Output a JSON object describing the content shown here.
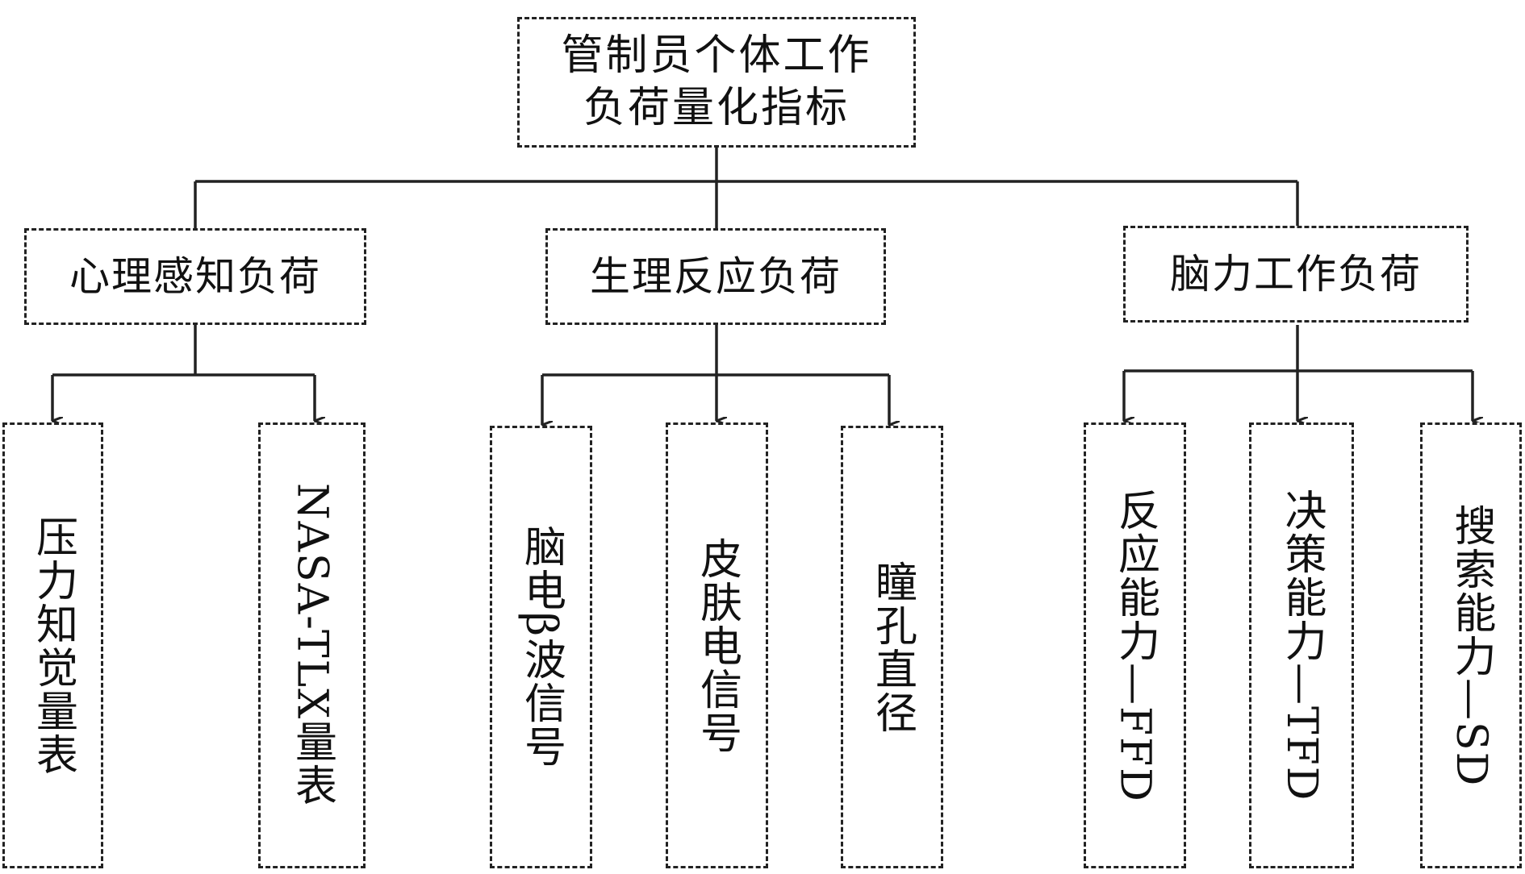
{
  "root": {
    "line1": "管制员个体工作",
    "line2": "负荷量化指标"
  },
  "categories": [
    {
      "label": "心理感知负荷",
      "children": [
        "压力知觉量表",
        "NASA-TLX量表"
      ]
    },
    {
      "label": "生理反应负荷",
      "children": [
        "脑电β波信号",
        "皮肤电信号",
        "瞳孔直径"
      ]
    },
    {
      "label": "脑力工作负荷",
      "children": [
        "反应能力—FFD",
        "决策能力—TFD",
        "搜索能力—SD"
      ]
    }
  ]
}
